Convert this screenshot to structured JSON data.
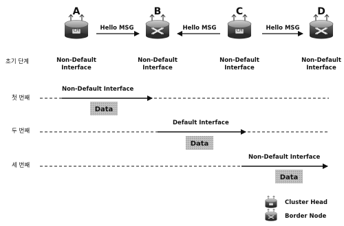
{
  "nodes": [
    {
      "letter": "A",
      "chip": "CH",
      "kind": "cluster-head",
      "line1": "Non-Default",
      "line2": "Interface"
    },
    {
      "letter": "B",
      "chip": "",
      "kind": "border-node",
      "line1": "Non-Default",
      "line2": "Interface"
    },
    {
      "letter": "C",
      "chip": "CH",
      "kind": "cluster-head",
      "line1": "Non-Default",
      "line2": "Interface"
    },
    {
      "letter": "D",
      "chip": "",
      "kind": "border-node",
      "line1": "Non-Default",
      "line2": "Interface"
    }
  ],
  "messages": [
    {
      "label": "Hello MSG",
      "direction": "right"
    },
    {
      "label": "Hello MSG",
      "direction": "left"
    },
    {
      "label": "Hello MSG",
      "direction": "right"
    }
  ],
  "stages": [
    {
      "label": "초기 단계"
    },
    {
      "label": "첫 번째",
      "interface_label": "Non-Default Interface",
      "data_label": "Data"
    },
    {
      "label": "두 번째",
      "interface_label": "Default Interface",
      "data_label": "Data"
    },
    {
      "label": "세 번째",
      "interface_label": "Non-Default Interface",
      "data_label": "Data"
    }
  ],
  "legend": [
    {
      "kind": "cluster-head",
      "label": "Cluster Head"
    },
    {
      "kind": "border-node",
      "label": "Border Node"
    }
  ]
}
